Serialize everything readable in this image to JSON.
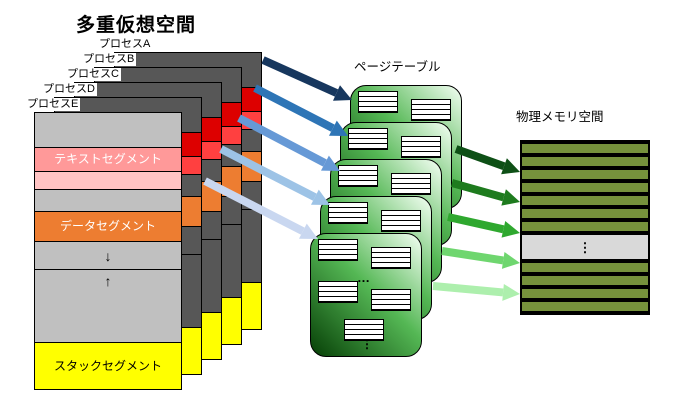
{
  "title": "多重仮想空間",
  "processes": [
    {
      "label": "プロセスA"
    },
    {
      "label": "プロセスB"
    },
    {
      "label": "プロセスC"
    },
    {
      "label": "プロセスD"
    },
    {
      "label": "プロセスE"
    }
  ],
  "segments": {
    "text_label": "テキストセグメント",
    "data_label": "データセグメント",
    "stack_label": "スタックセグメント",
    "arrow_down": "↓",
    "arrow_up": "↑"
  },
  "page_table": {
    "label": "ページテーブル",
    "ellipsis_h": "…",
    "ellipsis_v": "⋮"
  },
  "physical_memory": {
    "label": "物理メモリ空間",
    "ellipsis_v": "⋮"
  },
  "colors": {
    "process_base_back": "#575757",
    "process_base_front": "#C0C0C0",
    "text_seg_back": "#DD0000",
    "text_seg_back_light": "#FF4040",
    "text_seg_front": "#FF9999",
    "text_seg_front_light": "#FFC4C4",
    "data_seg": "#ED7D31",
    "stack_seg": "#FFFF00",
    "memory_stripe": "#76923C",
    "memory_mid": "#D9D9D9",
    "tile_gradient": [
      "#F4FFF4",
      "#55B855",
      "#063F06"
    ],
    "arrow_blues": [
      "#17375E",
      "#2E75B6",
      "#6699D6",
      "#9DC3E6",
      "#C9D7F0"
    ],
    "arrow_greens": [
      "#0E5016",
      "#1E7B1E",
      "#2FA82F",
      "#6FD66F",
      "#ADEFAD"
    ]
  }
}
